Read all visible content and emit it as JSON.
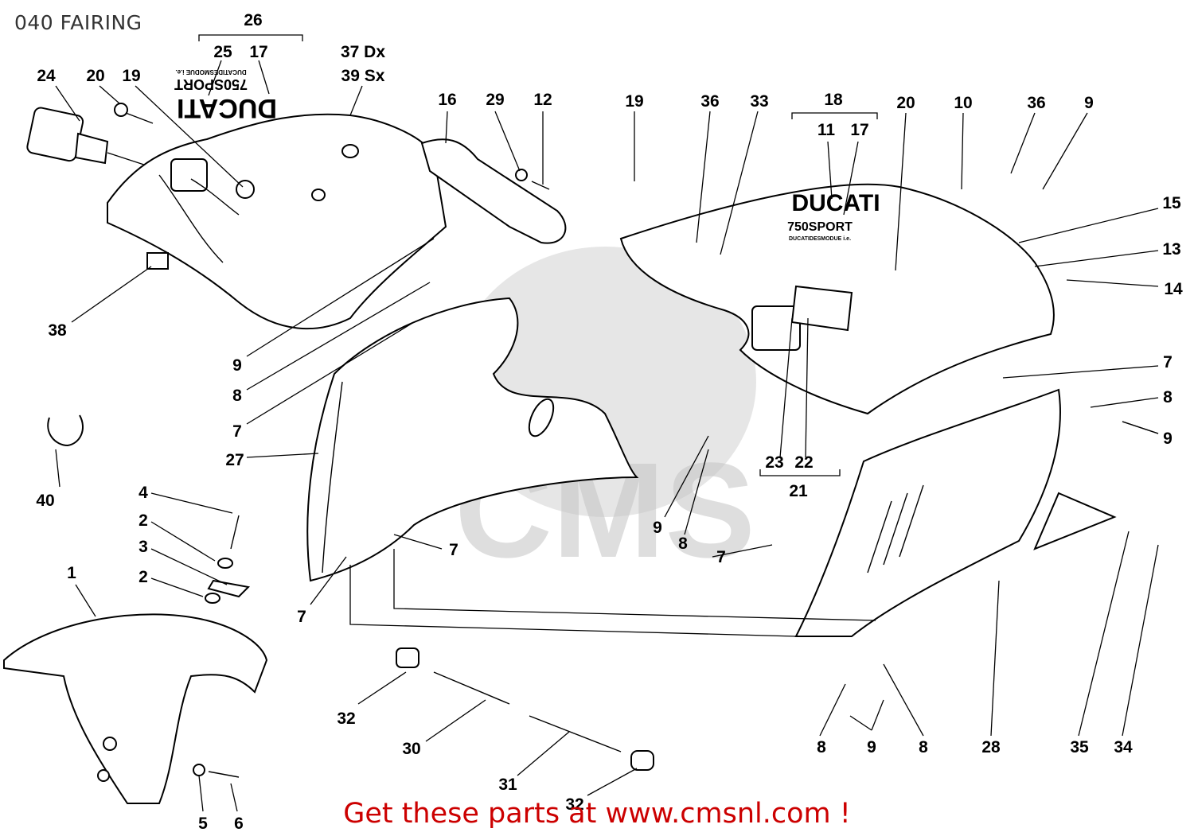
{
  "page_title": "040 FAIRING",
  "promo_text": "Get these parts at www.cmsnl.com !",
  "watermark_text": "CMS",
  "decals": {
    "left": {
      "brand": "DUCATI",
      "model": "750SPORT",
      "sub": "DUCATIDESMODUE i.e."
    },
    "right": {
      "brand": "DUCATI",
      "model": "750SPORT",
      "sub": "DUCATIDESMODUE i.e."
    }
  },
  "callouts": {
    "c24": "24",
    "c20a": "20",
    "c19a": "19",
    "c26": "26",
    "c25": "25",
    "c17a": "17",
    "c37": "37 Dx",
    "c39": "39 Sx",
    "c16": "16",
    "c29": "29",
    "c12": "12",
    "c19b": "19",
    "c36a": "36",
    "c33": "33",
    "c18": "18",
    "c11": "11",
    "c17b": "17",
    "c20b": "20",
    "c10": "10",
    "c36b": "36",
    "c9a": "9",
    "c15": "15",
    "c13": "13",
    "c14": "14",
    "c38": "38",
    "c9b": "9",
    "c8a": "8",
    "c7a": "7",
    "c27": "27",
    "c7b": "7",
    "c8b": "8",
    "c9c": "9",
    "c40": "40",
    "c4": "4",
    "c2a": "2",
    "c3": "3",
    "c2b": "2",
    "c1": "1",
    "c7c": "7",
    "c7d": "7",
    "c23": "23",
    "c22": "22",
    "c21": "21",
    "c9d": "9",
    "c8c": "8",
    "c7e": "7",
    "c32a": "32",
    "c30": "30",
    "c31": "31",
    "c32b": "32",
    "c5": "5",
    "c6": "6",
    "c8d": "8",
    "c9e": "9",
    "c8e": "8",
    "c28": "28",
    "c35": "35",
    "c34": "34"
  }
}
